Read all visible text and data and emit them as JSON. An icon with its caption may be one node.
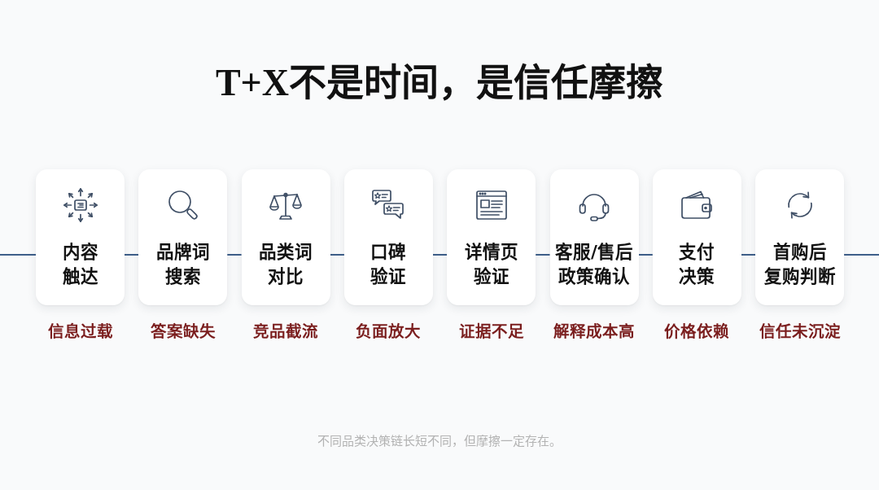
{
  "diagram": {
    "title": "T+X不是时间，是信任摩擦",
    "nodes": [
      {
        "text": [
          "内容触达"
        ],
        "beside": [
          "信息过载"
        ]
      },
      {
        "text": [
          "品牌词搜索"
        ],
        "beside": [
          "答案缺失"
        ]
      },
      {
        "text": [
          "品类词对比"
        ],
        "beside": [
          "竞品截流"
        ]
      },
      {
        "text": [
          "口碑验证"
        ],
        "beside": [
          "负面放大"
        ]
      },
      {
        "text": [
          "详情页验证"
        ],
        "beside": [
          "证据不足"
        ]
      },
      {
        "text": [
          "客服/售后政策确认"
        ],
        "beside": [
          "解释成本高"
        ]
      },
      {
        "text": [
          "支付决策"
        ],
        "beside": [
          "价格依赖"
        ]
      },
      {
        "text": [
          "首购后复购判断"
        ],
        "beside": [
          "信任未沉淀"
        ]
      }
    ],
    "edges": [
      {
        "from": null,
        "to": 0,
        "arrow": "none"
      },
      {
        "from": 0,
        "to": 1,
        "arrow": "none"
      },
      {
        "from": 1,
        "to": 2,
        "arrow": "none"
      },
      {
        "from": 2,
        "to": 3,
        "arrow": "none"
      },
      {
        "from": 3,
        "to": 4,
        "arrow": "none"
      },
      {
        "from": 4,
        "to": 5,
        "arrow": "none"
      },
      {
        "from": 5,
        "to": 6,
        "arrow": "none"
      },
      {
        "from": 6,
        "to": 7,
        "arrow": "none"
      },
      {
        "from": 7,
        "to": null,
        "arrow": "none"
      }
    ],
    "caption": "不同品类决策链长短不同，但摩擦一定存在。"
  }
}
